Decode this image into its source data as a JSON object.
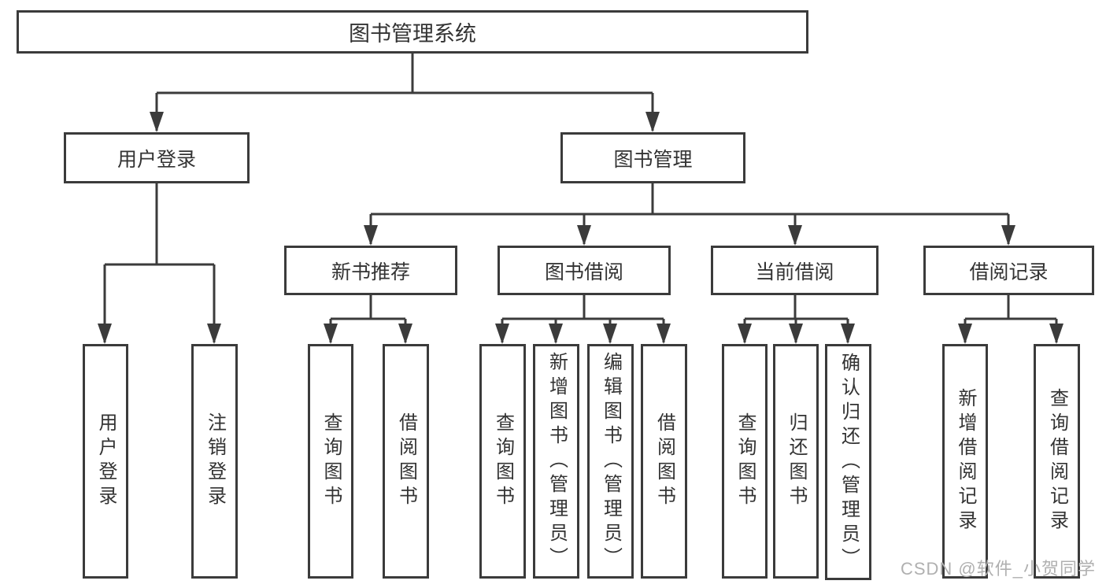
{
  "diagram": {
    "title_note": "functional structure tree of a library management system",
    "root": {
      "label": "图书管理系统"
    },
    "level2": [
      {
        "label": "用户登录"
      },
      {
        "label": "图书管理"
      }
    ],
    "level3": [
      {
        "label": "新书推荐"
      },
      {
        "label": "图书借阅"
      },
      {
        "label": "当前借阅"
      },
      {
        "label": "借阅记录"
      }
    ],
    "leaves": {
      "user_login": [
        {
          "label": "用户登录"
        },
        {
          "label": "注销登录"
        }
      ],
      "new_books": [
        {
          "label": "查询图书"
        },
        {
          "label": "借阅图书"
        }
      ],
      "book_borrow": [
        {
          "label": "查询图书"
        },
        {
          "label": "新增图书（管理员）"
        },
        {
          "label": "编辑图书（管理员）"
        },
        {
          "label": "借阅图书"
        }
      ],
      "current_borrow": [
        {
          "label": "查询图书"
        },
        {
          "label": "归还图书"
        },
        {
          "label": "确认归还（管理员）"
        }
      ],
      "borrow_records": [
        {
          "label": "新增借阅记录"
        },
        {
          "label": "查询借阅记录"
        }
      ]
    }
  },
  "watermark": {
    "text": "CSDN @软件_小贺同学"
  },
  "colors": {
    "line": "#3b3b3b",
    "text": "#333333",
    "watermark": "#b0b0b0",
    "background": "#ffffff"
  }
}
